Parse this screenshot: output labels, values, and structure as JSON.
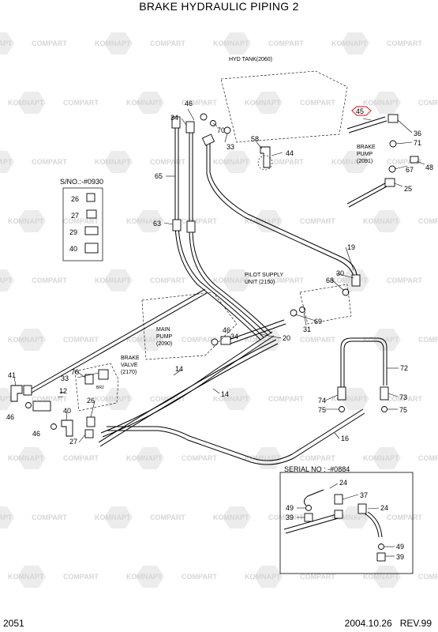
{
  "title": "BRAKE HYDRAULIC PIPING 2",
  "page_number": "2051",
  "date": "2004.10.26",
  "revision": "REV.99",
  "watermarks": [
    "KOMNAPT",
    "COMPART"
  ],
  "units": {
    "hyd_tank": "HYD TANK(2060)",
    "brake_pump": [
      "BRAKE",
      "PUMP",
      "(2091)"
    ],
    "pilot_supply": [
      "PILOT SUPPLY",
      "UNIT (2150)"
    ],
    "main_pump": [
      "MAIN",
      "PUMP",
      "(2090)"
    ],
    "brake_valve": [
      "BRAKE",
      "VALVE",
      "(2170)"
    ],
    "port_code": "BR2"
  },
  "insets": {
    "sno_label": "S/NO.:-#0930",
    "sno_parts": [
      "26",
      "27",
      "29",
      "40"
    ],
    "serial_label": "SERIAL NO : -#0884"
  },
  "callouts": {
    "c46a": "46",
    "c34a": "34",
    "c70a": "70",
    "c33a": "33",
    "c58": "58",
    "c44": "44",
    "c45": "45",
    "c36": "36",
    "c71": "71",
    "c67": "67",
    "c48": "48",
    "c25": "25",
    "c65": "65",
    "c63": "63",
    "c19": "19",
    "c30": "30",
    "c68": "68",
    "c31": "31",
    "c69": "69",
    "c46b": "46",
    "c34b": "34",
    "c20": "20",
    "c72": "72",
    "c74": "74",
    "c75a": "75",
    "c73": "73",
    "c75b": "75",
    "c41": "41",
    "c33b": "33",
    "c70b": "70",
    "c12": "12",
    "c14a": "14",
    "c14b": "14",
    "c46c": "46",
    "c40": "40",
    "c46d": "46",
    "c26": "26",
    "c27": "27",
    "c16": "16",
    "c24a": "24",
    "c37": "37",
    "c24b": "24",
    "c49a": "49",
    "c39a": "39",
    "c49b": "49",
    "c39b": "39"
  }
}
